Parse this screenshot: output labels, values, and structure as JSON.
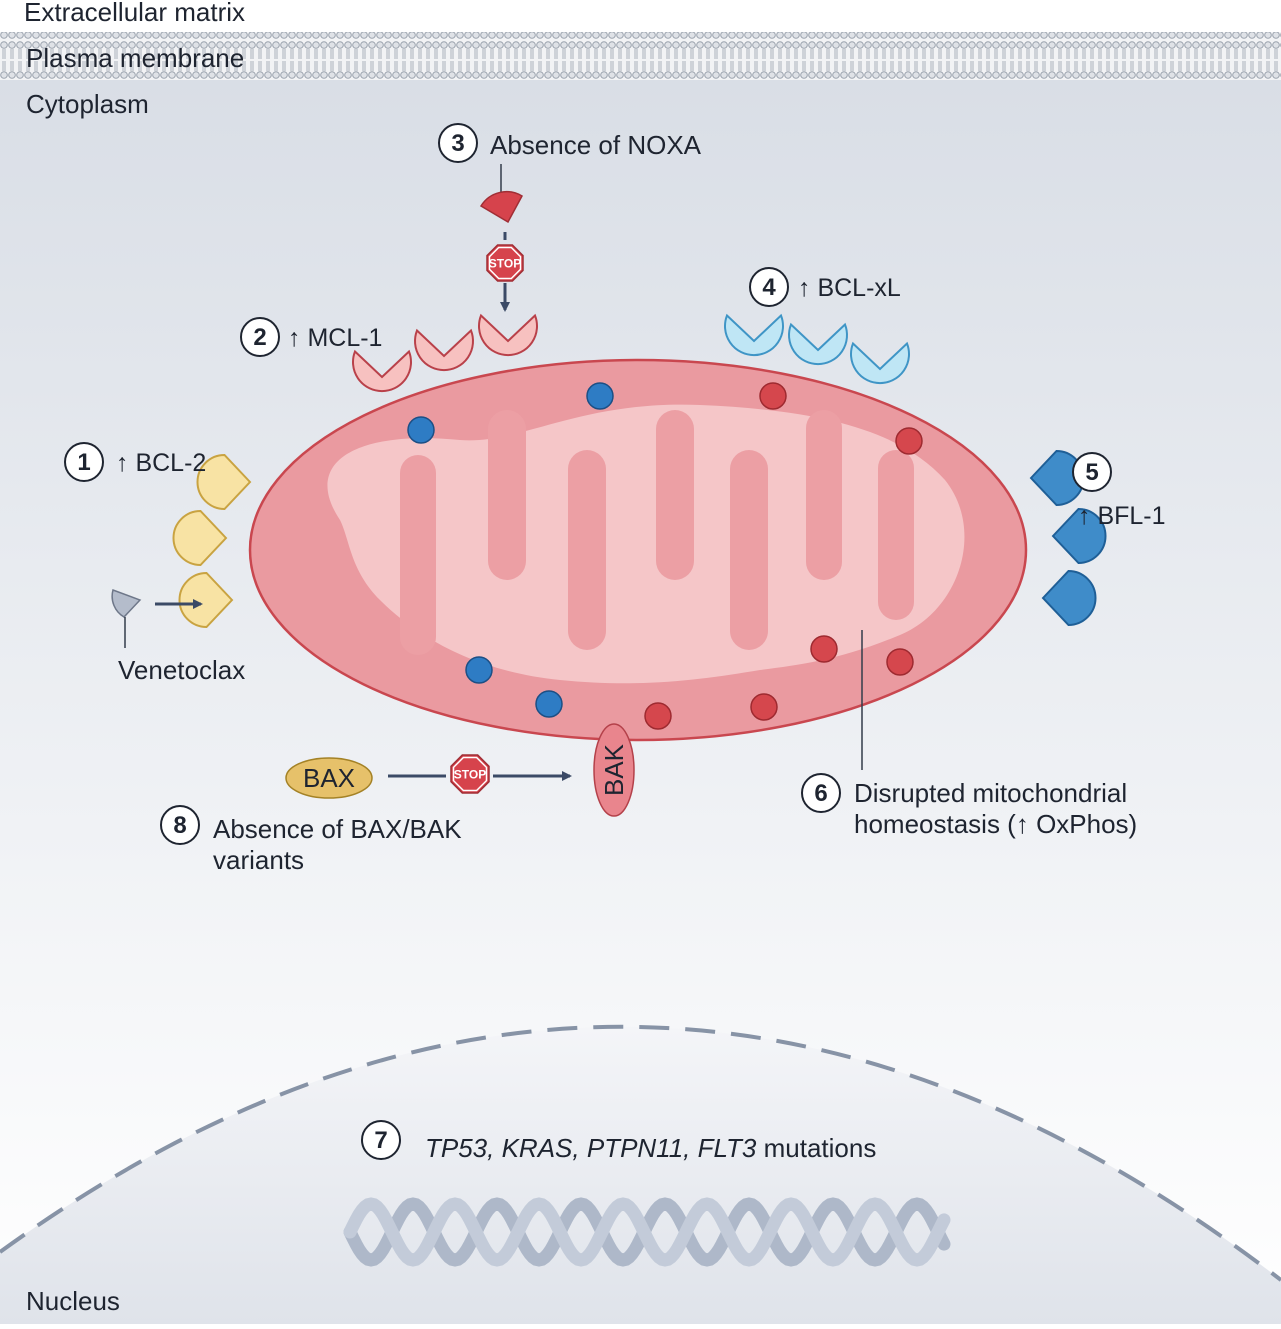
{
  "regions": {
    "extracellular": "Extracellular matrix",
    "membrane": "Plasma membrane",
    "cytoplasm": "Cytoplasm",
    "nucleus": "Nucleus"
  },
  "mechanisms": {
    "m1": {
      "number": "1",
      "label": "↑ BCL-2"
    },
    "m2": {
      "number": "2",
      "label": "↑ MCL-1"
    },
    "m3": {
      "number": "3",
      "label": "Absence of NOXA"
    },
    "m4": {
      "number": "4",
      "label": "↑ BCL-xL"
    },
    "m5": {
      "number": "5",
      "label": "↑ BFL-1"
    },
    "m6": {
      "number": "6",
      "line1": "Disrupted mitochondrial",
      "line2": "homeostasis (↑ OxPhos)"
    },
    "m7": {
      "number": "7",
      "genes": "TP53, KRAS, PTPN11, FLT3",
      "suffix": " mutations"
    },
    "m8": {
      "number": "8",
      "line1": "Absence of BAX/BAK",
      "line2": "variants"
    }
  },
  "drug": "Venetoclax",
  "proteins": {
    "bax": "BAX",
    "bak": "BAK"
  },
  "stop_sign": "STOP",
  "colors": {
    "bcl2": "#f8e3a4",
    "mcl1": "#f7c1c0",
    "bclxl": "#bfe6f5",
    "bfl1": "#3f8cc9",
    "mito": "#ea9aa0",
    "stop": "#d6434c",
    "dots_red": "#d5474d",
    "dots_blue": "#2e7cc4"
  }
}
